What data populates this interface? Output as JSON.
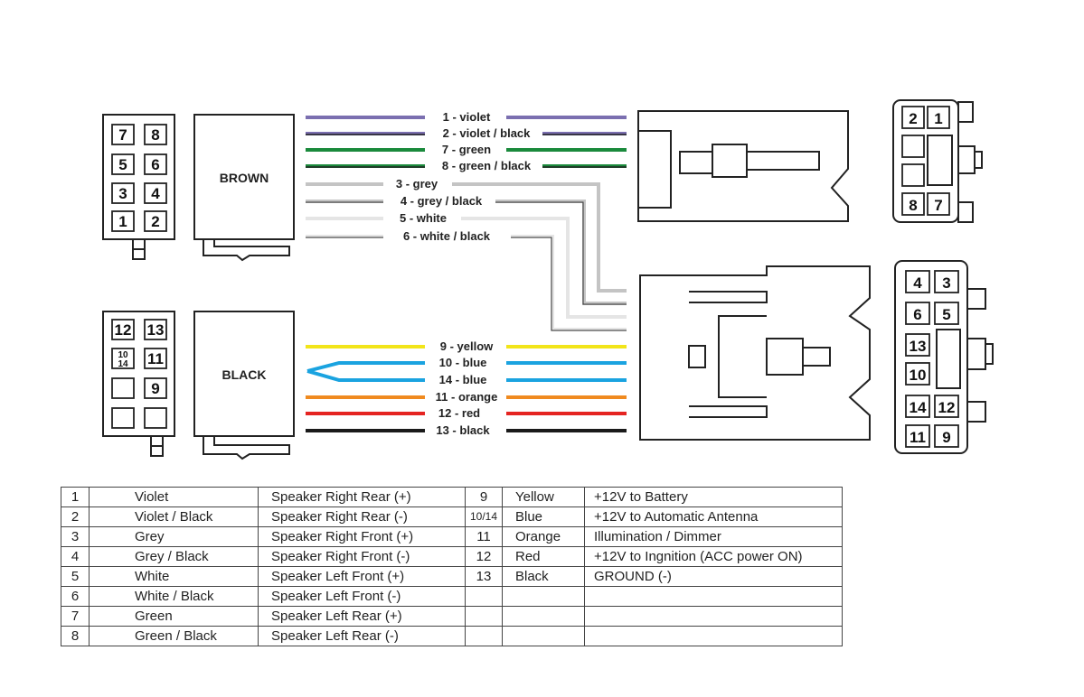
{
  "connectors": {
    "brown": {
      "label": "BROWN",
      "pins": [
        "7",
        "8",
        "5",
        "6",
        "3",
        "4",
        "1",
        "2"
      ]
    },
    "black": {
      "label": "BLACK",
      "pins": [
        "12",
        "13",
        "10",
        "14",
        "11",
        "9"
      ]
    },
    "right_top_pins": [
      "2",
      "1",
      "8",
      "7"
    ],
    "right_bottom_pins": [
      "4",
      "3",
      "6",
      "5",
      "13",
      "10",
      "14",
      "12",
      "11",
      "9"
    ]
  },
  "wires": [
    {
      "label": "1 - violet",
      "color": "#7b6fb0"
    },
    {
      "label": "2 - violet / black",
      "color": "#7b6fb0"
    },
    {
      "label": "7 - green",
      "color": "#1a8a3c"
    },
    {
      "label": "8 - green / black",
      "color": "#1a8a3c"
    },
    {
      "label": "3 - grey",
      "color": "#c4c4c4"
    },
    {
      "label": "4 - grey / black",
      "color": "#c4c4c4"
    },
    {
      "label": "5 - white",
      "color": "#ececec"
    },
    {
      "label": "6 - white / black",
      "color": "#ececec"
    },
    {
      "label": "9 - yellow",
      "color": "#f2e51a"
    },
    {
      "label": "10 - blue",
      "color": "#1aa3e0"
    },
    {
      "label": "14 - blue",
      "color": "#1aa3e0"
    },
    {
      "label": "11 - orange",
      "color": "#f08a1f"
    },
    {
      "label": "12 - red",
      "color": "#e52421"
    },
    {
      "label": "13 - black",
      "color": "#1a1a1a"
    }
  ],
  "legend": {
    "rows": [
      {
        "n": "1",
        "color": "Violet",
        "func": "Speaker Right Rear (+)",
        "n2": "9",
        "color2": "Yellow",
        "func2": "+12V to Battery"
      },
      {
        "n": "2",
        "color": "Violet / Black",
        "func": "Speaker Right Rear (-)",
        "n2": "10/14",
        "color2": "Blue",
        "func2": "+12V to Automatic Antenna"
      },
      {
        "n": "3",
        "color": "Grey",
        "func": "Speaker Right Front (+)",
        "n2": "11",
        "color2": "Orange",
        "func2": "Illumination / Dimmer"
      },
      {
        "n": "4",
        "color": "Grey / Black",
        "func": "Speaker Right Front (-)",
        "n2": "12",
        "color2": "Red",
        "func2": "+12V to Ingnition (ACC power ON)"
      },
      {
        "n": "5",
        "color": "White",
        "func": "Speaker Left Front (+)",
        "n2": "13",
        "color2": "Black",
        "func2": "GROUND (-)"
      },
      {
        "n": "6",
        "color": "White / Black",
        "func": "Speaker Left Front (-)",
        "n2": "",
        "color2": "",
        "func2": ""
      },
      {
        "n": "7",
        "color": "Green",
        "func": "Speaker Left Rear (+)",
        "n2": "",
        "color2": "",
        "func2": ""
      },
      {
        "n": "8",
        "color": "Green / Black",
        "func": "Speaker Left Rear (-)",
        "n2": "",
        "color2": "",
        "func2": ""
      }
    ]
  }
}
